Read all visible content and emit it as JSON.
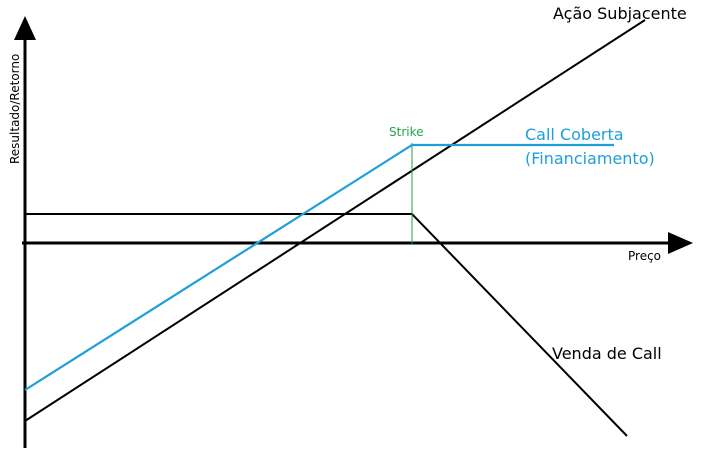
{
  "diagram": {
    "y_axis_label": "Resultado/Retorno",
    "x_axis_label": "Preço",
    "strike_label": "Strike",
    "series": {
      "stock": {
        "label": "Ação Subjacente",
        "color": "#000000"
      },
      "covered_call": {
        "label_line1": "Call Coberta",
        "label_line2": "(Financiamento)",
        "color": "#1f9fd8"
      },
      "short_call": {
        "label": "Venda de Call",
        "color": "#000000"
      }
    },
    "strike_color": "#22a34a",
    "axis_color": "#000000"
  }
}
